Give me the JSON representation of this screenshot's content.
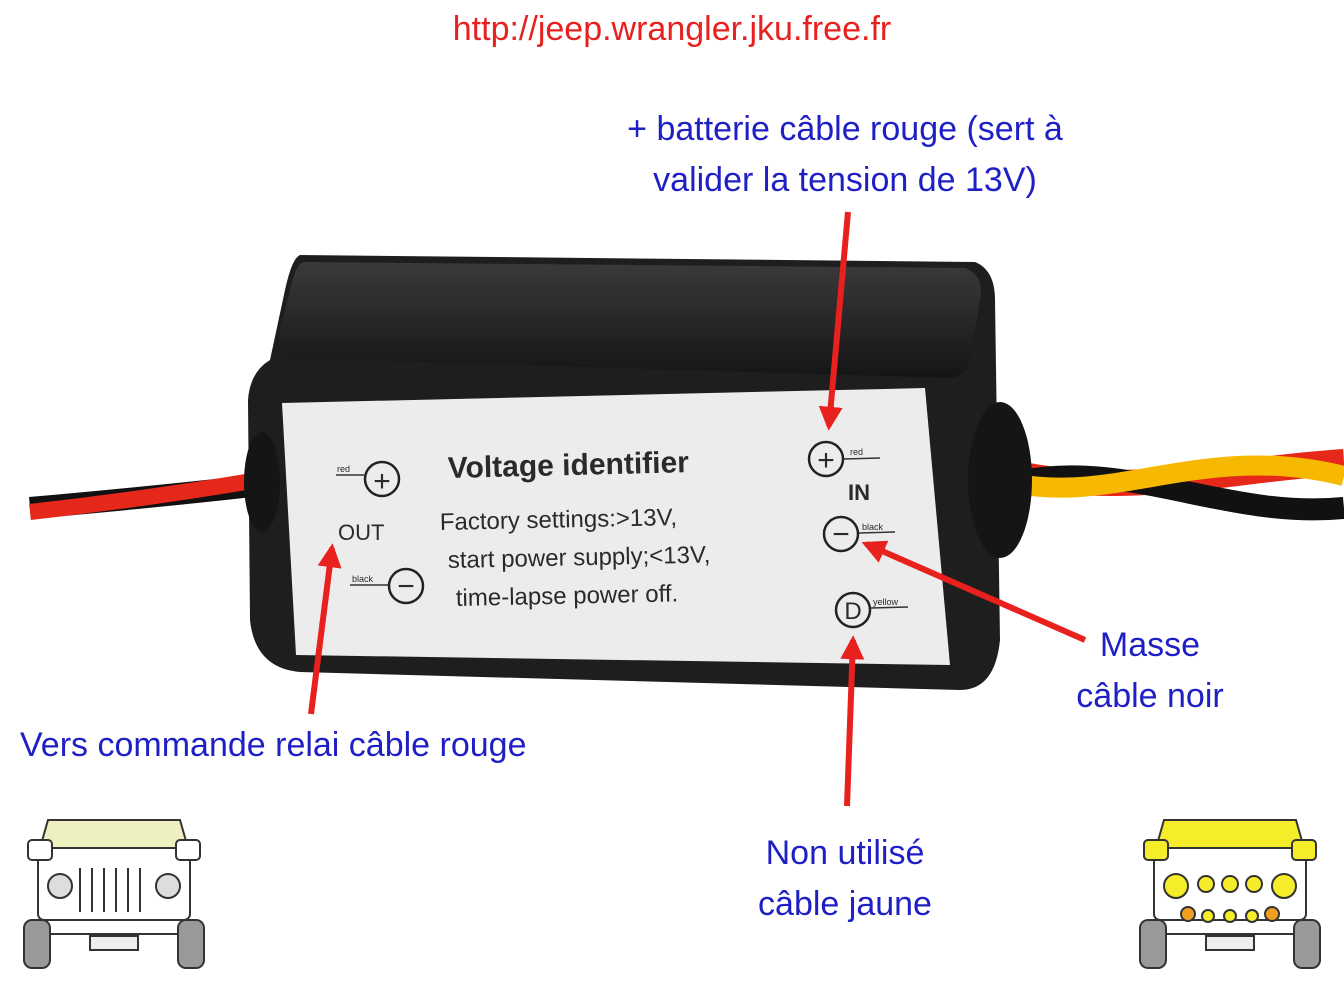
{
  "header": {
    "url": "http://jeep.wrangler.jku.free.fr"
  },
  "annotations": {
    "battery": [
      "+ batterie câble rouge (sert à",
      "valider la tension de 13V)"
    ],
    "ground": [
      "Masse",
      "câble noir"
    ],
    "output": "Vers commande relai câble rouge",
    "unused": [
      "Non utilisé",
      "câble jaune"
    ]
  },
  "device": {
    "title": "Voltage identifier",
    "lines": [
      "Factory settings:>13V,",
      "start power supply;<13V,",
      "time-lapse power off."
    ],
    "out_label": "OUT",
    "in_label": "IN",
    "pins": {
      "out_red": "red",
      "out_black": "black",
      "in_red": "red",
      "in_black": "black",
      "yellow": "yellow",
      "d_symbol": "D",
      "plus": "+",
      "minus": "−"
    }
  },
  "colors": {
    "arrow": "#e8201e",
    "annotation_text": "#1f1fc6",
    "url_text": "#e8201e",
    "wire_red": "#e5281a",
    "wire_black": "#111111",
    "wire_yellow": "#f6b800",
    "housing": "#1e1e1e",
    "headlight_highlight": "#f5ec2a"
  },
  "icons": {
    "left": "jeep-front-icon",
    "right": "jeep-front-lit-icon"
  }
}
